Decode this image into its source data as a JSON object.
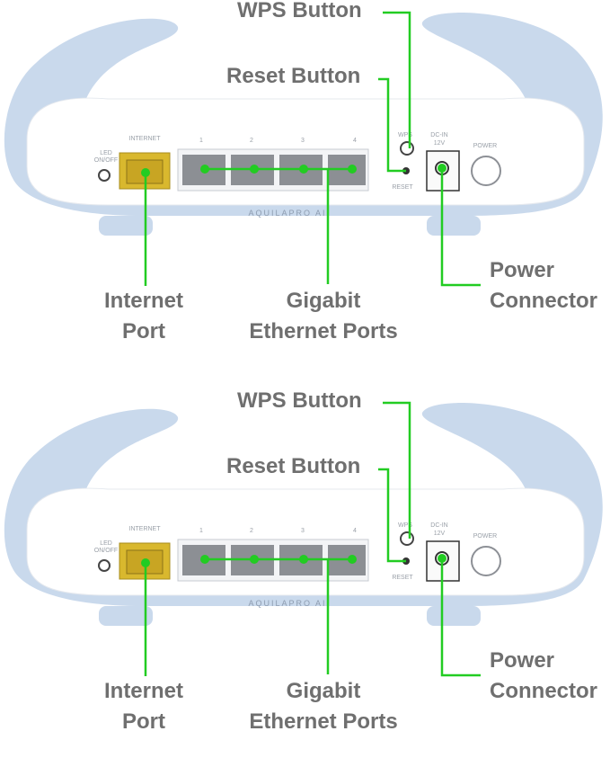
{
  "panels": [
    {
      "device": {
        "brand": "AQUILAPRO AI",
        "led_label": [
          "LED",
          "ON/OFF"
        ],
        "internet_label": "INTERNET",
        "lan_numbers": [
          "1",
          "2",
          "3",
          "4"
        ],
        "wps_label": "WPS",
        "reset_label": "RESET",
        "dc_label": [
          "DC-IN",
          "12V"
        ],
        "power_label": "POWER"
      },
      "callouts": {
        "wps": "WPS Button",
        "reset": "Reset Button",
        "internet": [
          "Internet",
          "Port"
        ],
        "gigabit": [
          "Gigabit",
          "Ethernet Ports"
        ],
        "power": [
          "Power",
          "Connector"
        ]
      }
    },
    {
      "device": {
        "brand": "AQUILAPRO AI",
        "led_label": [
          "LED",
          "ON/OFF"
        ],
        "internet_label": "INTERNET",
        "lan_numbers": [
          "1",
          "2",
          "3",
          "4"
        ],
        "wps_label": "WPS",
        "reset_label": "RESET",
        "dc_label": [
          "DC-IN",
          "12V"
        ],
        "power_label": "POWER"
      },
      "callouts": {
        "wps": "WPS Button",
        "reset": "Reset Button",
        "internet": [
          "Internet",
          "Port"
        ],
        "gigabit": [
          "Gigabit",
          "Ethernet Ports"
        ],
        "power": [
          "Power",
          "Connector"
        ]
      }
    }
  ],
  "colors": {
    "callout_line": "#22cc22",
    "label_text": "#6f6f6f",
    "shell_blue": "#c9d9ec",
    "body_white": "#ffffff",
    "internet_port": "#d9b82e",
    "lan_port": "#8c8f94"
  }
}
